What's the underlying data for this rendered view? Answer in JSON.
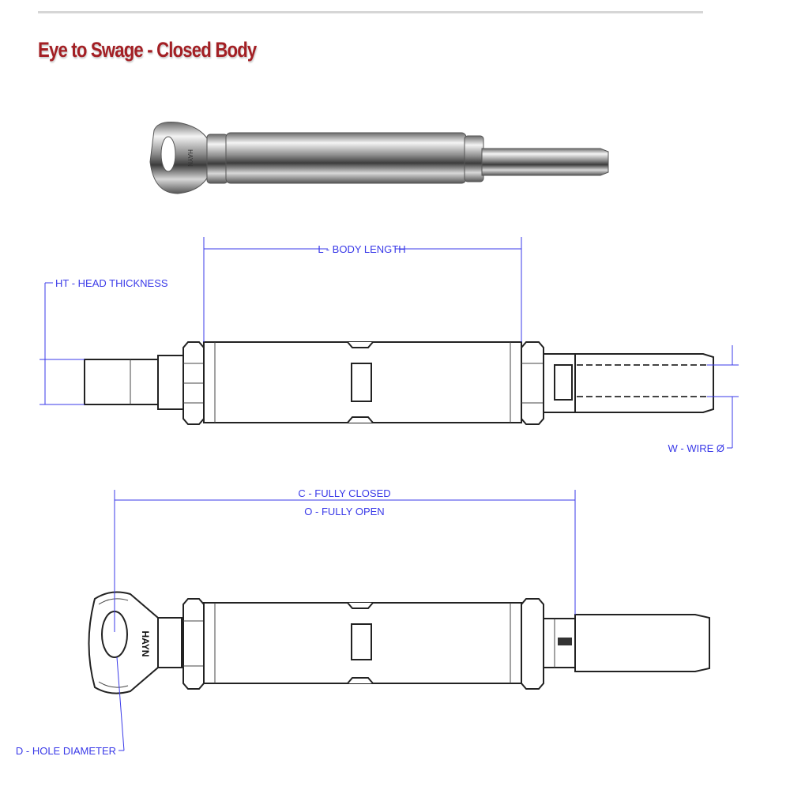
{
  "title": "Eye to Swage - Closed Body",
  "brand_mark": "HAYN",
  "dimensions": {
    "body_length": "L - BODY LENGTH",
    "head_thickness": "HT - HEAD THICKNESS",
    "wire_diameter": "W - WIRE Ø",
    "fully_closed": "C - FULLY CLOSED",
    "fully_open": "O - FULLY OPEN",
    "hole_diameter": "D - HOLE DIAMETER"
  },
  "colors": {
    "title": "#a31f24",
    "dimension": "#3a3ae8",
    "outline": "#222222"
  }
}
